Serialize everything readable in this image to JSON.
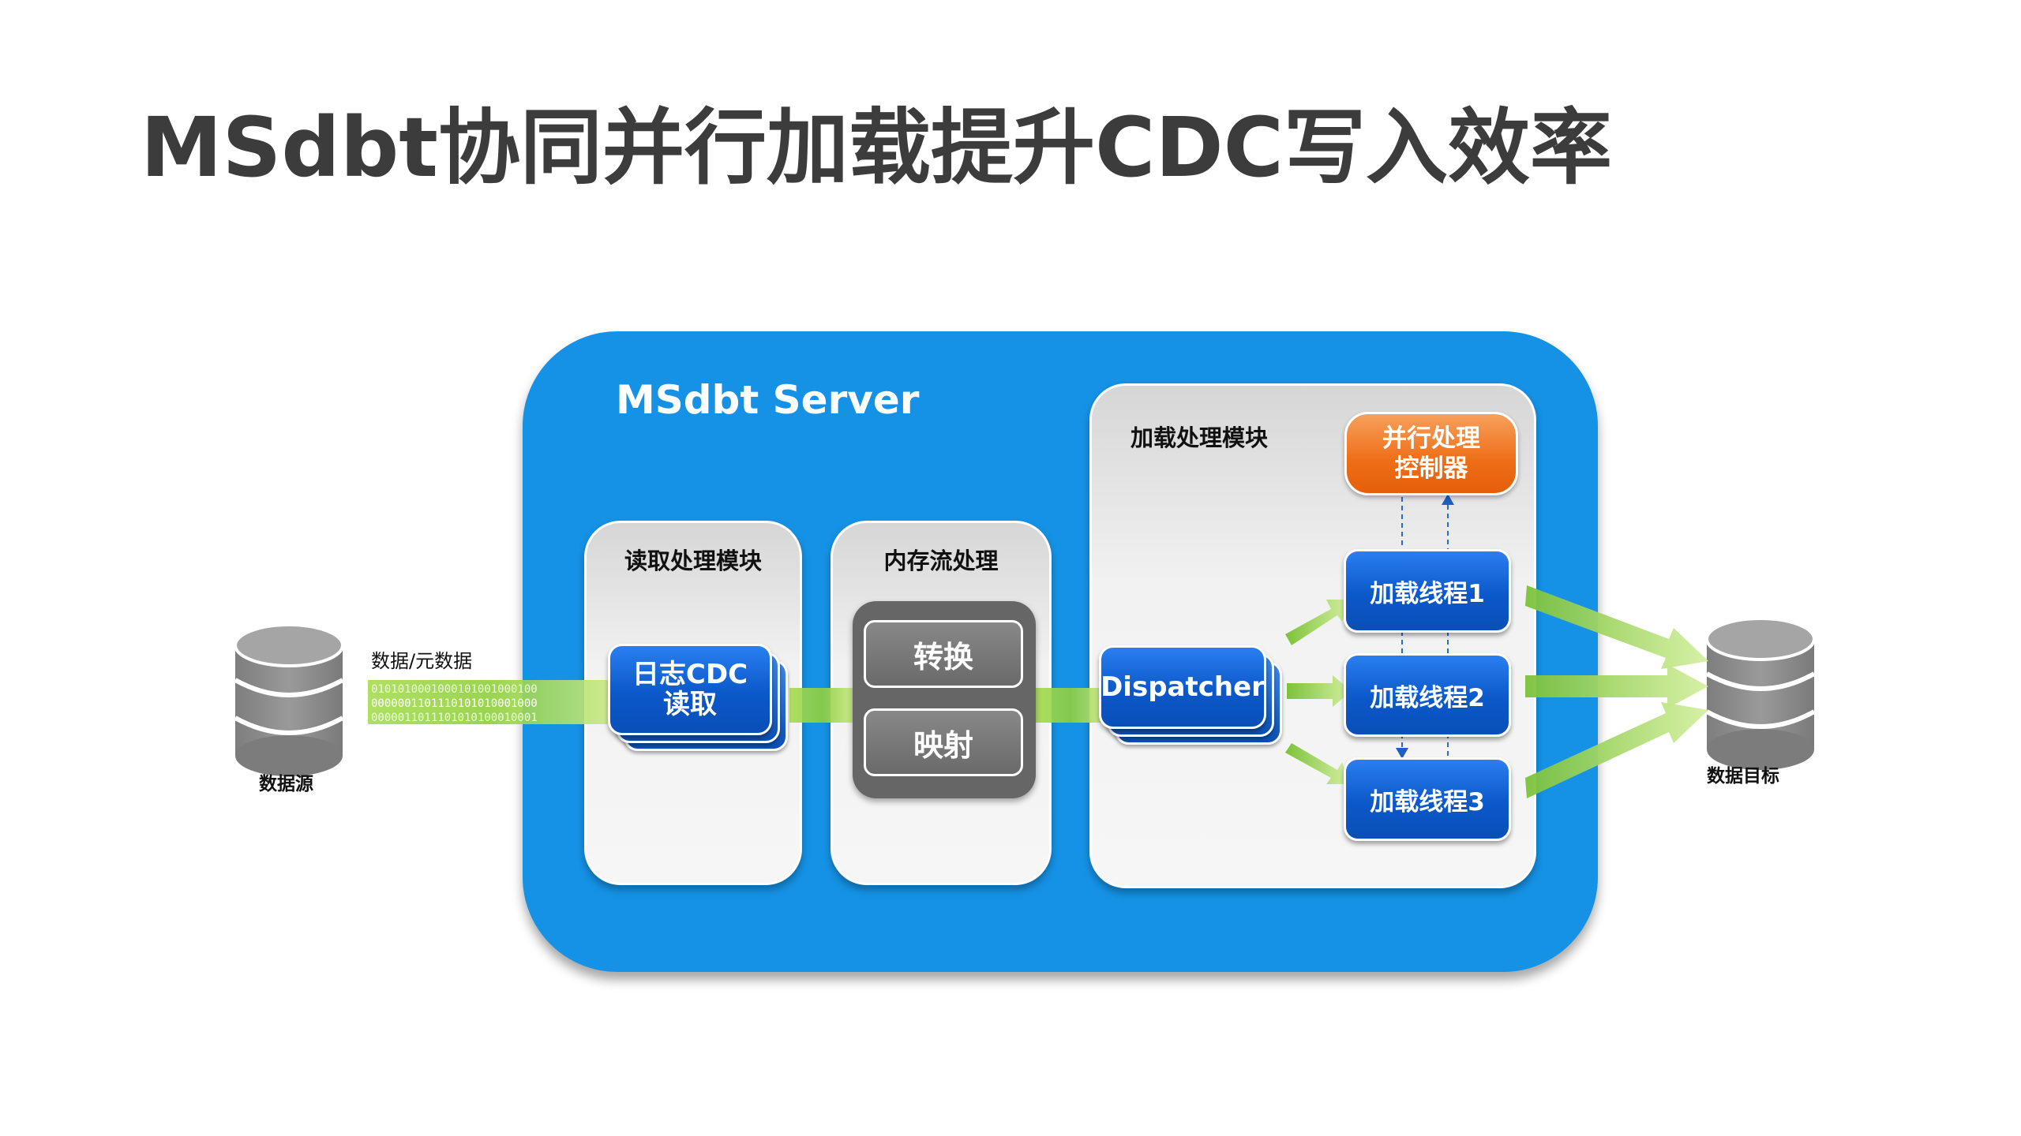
{
  "title": "MSdbt协同并行加载提升CDC写入效率",
  "server": {
    "label": "MSdbt Server"
  },
  "read_module": {
    "title": "读取处理模块",
    "card_line1": "日志CDC",
    "card_line2": "读取"
  },
  "memory_module": {
    "title": "内存流处理",
    "convert": "转换",
    "map": "映射"
  },
  "load_module": {
    "title": "加载处理模块",
    "dispatcher": "Dispatcher",
    "controller_line1": "并行处理",
    "controller_line2": "控制器",
    "threads": [
      "加载线程1",
      "加载线程2",
      "加载线程3"
    ]
  },
  "source": {
    "label": "数据源",
    "flow_label": "数据/元数据"
  },
  "target": {
    "label": "数据目标"
  },
  "binary_rows": [
    "0101010001000101001000100",
    "0000001101110101010001000",
    "0000011011101010100010001"
  ],
  "colors": {
    "server_blue": "#1592e6",
    "card_blue": "#0b58c9",
    "orange": "#ee6d16",
    "stream_green": "#8ed13a",
    "db_gray": "#8a8a8a"
  }
}
